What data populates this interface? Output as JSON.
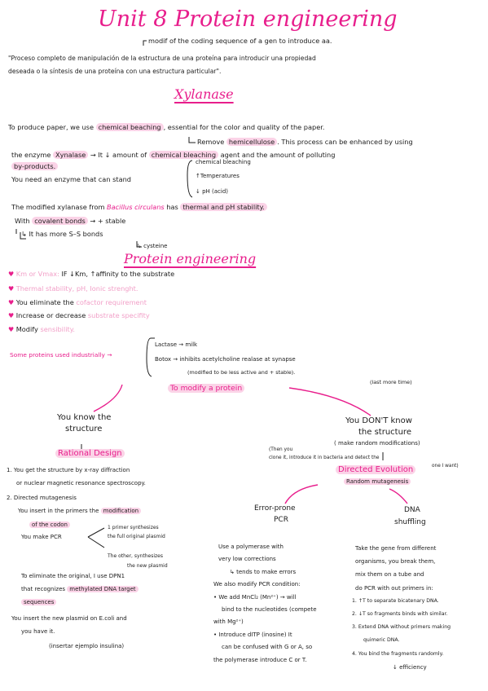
{
  "title": "Unit 8 Protein engineering",
  "intro": {
    "annotation": "modif of the coding sequence of a gen to introduce aa.",
    "line1": "\"Proceso completo de manipulación de la estructura de una proteína para introducir una propiedad",
    "line2": "deseada o la síntesis de una proteína con una estructura particular\"."
  },
  "xylanase": {
    "heading": "Xylanase",
    "l1a": "To produce paper, we use",
    "l1b": "chemical beaching",
    "l1c": ", essential for the color and quality of the paper.",
    "l2a": "Remove",
    "l2b": "hemicellulose",
    "l2c": ". This process can be enhanced by using",
    "l3a": "the enzyme",
    "l3b": "Xynalase",
    "l3c": "→ It ↓ amount of",
    "l3d": "chemical bleaching",
    "l3e": "agent and the amount of polluting",
    "l4": "by-products.",
    "l5": "You need an enzyme that can stand",
    "stand_items": [
      "chemical bleaching",
      "↑Temperatures",
      "↓ pH (acid)"
    ],
    "l6a": "The modified xylanase from",
    "l6b": "Bacillus circulans",
    "l6c": "has",
    "l6d": "thermal and pH stability.",
    "l7a": "With",
    "l7b": "covalent bonds",
    "l7c": "→ + stable",
    "l8": "↳ It has more S–S bonds",
    "l9": "↳ cysteine"
  },
  "protein_eng": {
    "heading": "Protein engineering",
    "bullets": [
      {
        "parts": [
          "Km or Vmax:",
          " IF ↓Km, ↑affinity to the substrate"
        ],
        "style": [
          "lpink",
          "dark"
        ]
      },
      {
        "parts": [
          "Thermal stability, pH, Ionic strenght.",
          ""
        ],
        "style": [
          "lpink",
          "dark"
        ]
      },
      {
        "parts": [
          "You eliminate the ",
          "cofactor requirement"
        ],
        "style": [
          "dark",
          "lpink"
        ]
      },
      {
        "parts": [
          "Increase or decrease ",
          "substrate specifity"
        ],
        "style": [
          "dark",
          "lpink"
        ]
      },
      {
        "parts": [
          "Modify ",
          "sensibility."
        ],
        "style": [
          "dark",
          "lpink"
        ]
      }
    ],
    "industrial_label": "Some proteins used industrially →",
    "industrial_1": "Lactase → milk",
    "industrial_2": "Botox → inhibits acetylcholine realase at synapse",
    "industrial_3": "(modified to be less active and + stable).",
    "industrial_4": "(last more time)",
    "modify_label": "To modify a protein"
  },
  "left": {
    "know1": "You know the",
    "know2": "structure",
    "heading": "Rational Design",
    "p1a": "1. You get the structure by x-ray diffraction",
    "p1b": "or nuclear magnetic resonance spectroscopy.",
    "p2a": "2. Directed mutagenesis",
    "p2b": "You insert in the primers the",
    "p2c": "modification",
    "p2d": "of the codon",
    "p2e": "You make PCR",
    "pcr1a": "1 primer synthesizes",
    "pcr1b": "the full original plasmid",
    "pcr2a": "The other, synthesizes",
    "pcr2b": "the new plasmid",
    "p3a": "To eliminate the original, I use DPN1",
    "p3b": "that recognizes",
    "p3c": "methylated DNA target",
    "p3d": "sequences",
    "p4a": "You insert the new plasmid on E.coli and",
    "p4b": "you have it.",
    "p4c": "(insertar ejemplo insulina)"
  },
  "right": {
    "dk1": "You DON'T know",
    "dk2": "the structure",
    "dk3": "( make random modifications)",
    "dk4": "(Then you",
    "dk5": "clone it, introduce it in bacteria and detect the",
    "dk6": "one I want)",
    "heading": "Directed Evolution",
    "sub": "Random mutagenesis",
    "epcr1": "Error-prone",
    "epcr2": "PCR",
    "shuf1": "DNA",
    "shuf2": "shuffling",
    "mid": [
      "Use a polymerase with",
      "very low corrections",
      "↳ tends to make errors",
      "We also modify PCR condition:",
      "• We add MnCl₂ (Mn²⁺) → will",
      "bind to the nucleotides (compete",
      "with Mg²⁺)",
      "• Introduce dITP (inosine) It",
      "can be confused with G or A, so",
      "the polymerase introduce C or T."
    ],
    "shuffle": [
      "Take the gene from different",
      "organisms, you break them,",
      "mix them on a tube and",
      "do PCR with out primers in:",
      "1. ↑T to separate bicatenary DNA.",
      "2. ↓T so fragments binds with similar.",
      "3. Extend DNA without primers making",
      "quimeric DNA.",
      "4. You bind the fragments randomly.",
      "↓ efficiency"
    ]
  },
  "colors": {
    "accent": "#e81e8c",
    "light_accent": "#f2a0c8",
    "highlight": "#fbd3e7",
    "ink": "#1c1c1c"
  }
}
